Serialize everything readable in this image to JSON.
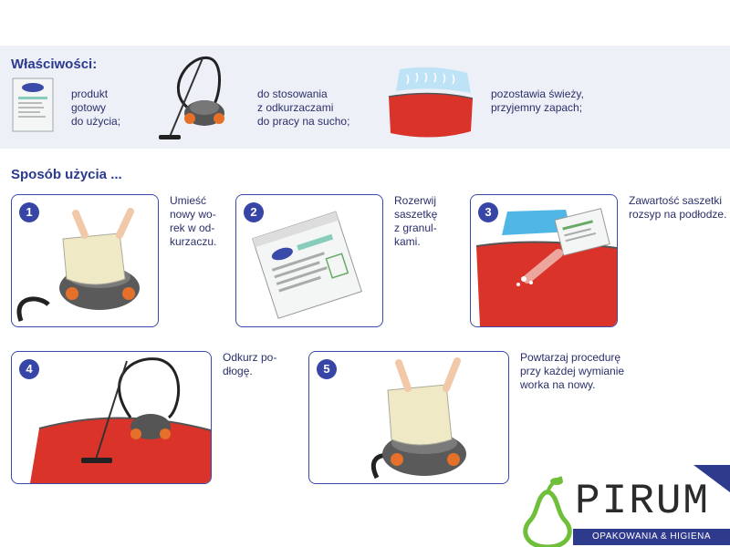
{
  "properties": {
    "title": "Właściwości:",
    "items": [
      {
        "text": "produkt\ngotowy\ndo użycia;"
      },
      {
        "text": "do stosowania\nz odkurzaczami\ndo pracy na sucho;"
      },
      {
        "text": "pozostawia świeży,\nprzyjemny zapach;"
      }
    ]
  },
  "usage": {
    "title": "Sposób użycia ...",
    "steps": [
      {
        "number": "1",
        "text": "Umieść\nnowy wo-\nrek w od-\nkurzaczu."
      },
      {
        "number": "2",
        "text": "Rozerwij\nsaszetkę\nz granul-\nkami."
      },
      {
        "number": "3",
        "text": "Zawartość saszetki\nrozsyp na podłodze."
      },
      {
        "number": "4",
        "text": "Odkurz po-\ndłogę."
      },
      {
        "number": "5",
        "text": "Powtarzaj procedurę\nprzy każdej wymianie\nworka na nowy."
      }
    ]
  },
  "logo": {
    "word": "PIRUM",
    "tagline": "OPAKOWANIA & HIGIENA"
  },
  "colors": {
    "accent": "#3645a6",
    "carpet": "#d9332a",
    "pear": "#6fbf3b"
  }
}
